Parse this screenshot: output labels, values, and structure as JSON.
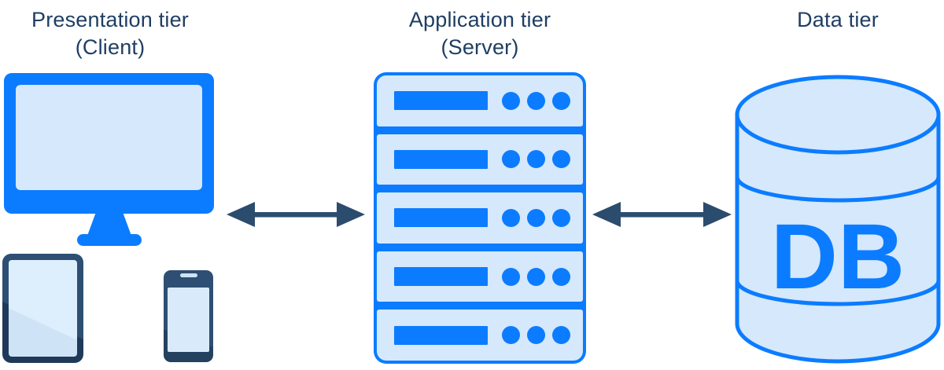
{
  "diagram": {
    "background": "#ffffff",
    "colors": {
      "accent-blue": "#0b7cff",
      "light-blue": "#d6e8fb",
      "navy": "#2c4c6e",
      "navy-dark": "#1f3a58",
      "title-text": "#1f3e63"
    },
    "tiers": {
      "presentation": {
        "title": "Presentation tier",
        "subtitle": "(Client)"
      },
      "application": {
        "title": "Application tier",
        "subtitle": "(Server)"
      },
      "data": {
        "title": "Data tier"
      }
    },
    "database": {
      "label": "DB"
    },
    "server": {
      "unit_count": 5
    },
    "icons": {
      "monitor": "monitor-icon",
      "tablet": "tablet-icon",
      "smartphone": "smartphone-icon",
      "server": "server-rack-icon",
      "database": "database-icon",
      "arrow": "double-headed-arrow-icon"
    }
  }
}
